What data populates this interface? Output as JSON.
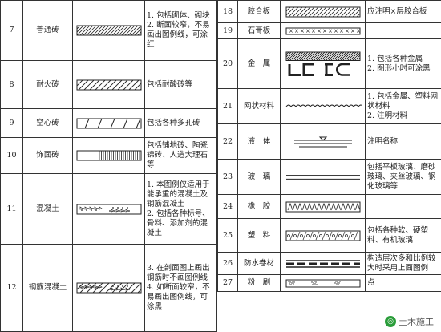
{
  "left": [
    {
      "no": "7",
      "name": "普通砖",
      "note": "1. 包括砌体、砌块\n2. 断面较窄，不易画出图例线，可涂红",
      "pattern": "hatch-dense"
    },
    {
      "no": "8",
      "name": "耐火砖",
      "note": "包括耐酸砖等",
      "pattern": "hatch-cross"
    },
    {
      "no": "9",
      "name": "空心砖",
      "note": "包括各种多孔砖",
      "pattern": "hollow"
    },
    {
      "no": "10",
      "name": "饰面砖",
      "note": "包括铺地砖、陶瓷锦砖、人造大理石等",
      "pattern": "facing"
    },
    {
      "no": "11",
      "name": "混凝土",
      "note": "1. 本图例仅适用于能承重的混凝土及钢筋混凝土\n2. 包括各种标号、骨料、添加剂的混凝土",
      "pattern": "concrete"
    },
    {
      "no": "12",
      "name": "钢筋混凝土",
      "note": "3. 在剖面图上画出钢筋时不画图例线\n4. 如断面较窄，不易画出图例线，可涂黑",
      "pattern": "rc"
    }
  ],
  "right": [
    {
      "no": "18",
      "name": "胶合板",
      "note": "应注明×层胶合板",
      "pattern": "plywood"
    },
    {
      "no": "19",
      "name": "石膏板",
      "note": "",
      "pattern": "gypsum"
    },
    {
      "no": "20",
      "name": "金　属",
      "note": "1. 包括各种金属\n2. 图形小时可涂黑",
      "pattern": "metal"
    },
    {
      "no": "21",
      "name": "网状材料",
      "note": "1. 包括金属、塑料网状材料\n2. 注明材料",
      "pattern": "mesh"
    },
    {
      "no": "22",
      "name": "液　体",
      "note": "注明名称",
      "pattern": "liquid"
    },
    {
      "no": "23",
      "name": "玻　璃",
      "note": "包括平板玻璃、磨砂玻璃、夹丝玻璃、钢化玻璃等",
      "pattern": "glass"
    },
    {
      "no": "24",
      "name": "橡　胶",
      "note": "",
      "pattern": "rubber"
    },
    {
      "no": "25",
      "name": "塑　料",
      "note": "包括各种软、硬塑料、有机玻璃",
      "pattern": "plastic"
    },
    {
      "no": "26",
      "name": "防水卷材",
      "note": "构造层次多和比例较大时采用上面图例",
      "pattern": "membrane"
    },
    {
      "no": "27",
      "name": "粉　刷",
      "note": "点",
      "pattern": "plaster"
    }
  ],
  "watermark": "土木施工",
  "colors": {
    "line": "#333333",
    "bg": "#ffffff"
  }
}
